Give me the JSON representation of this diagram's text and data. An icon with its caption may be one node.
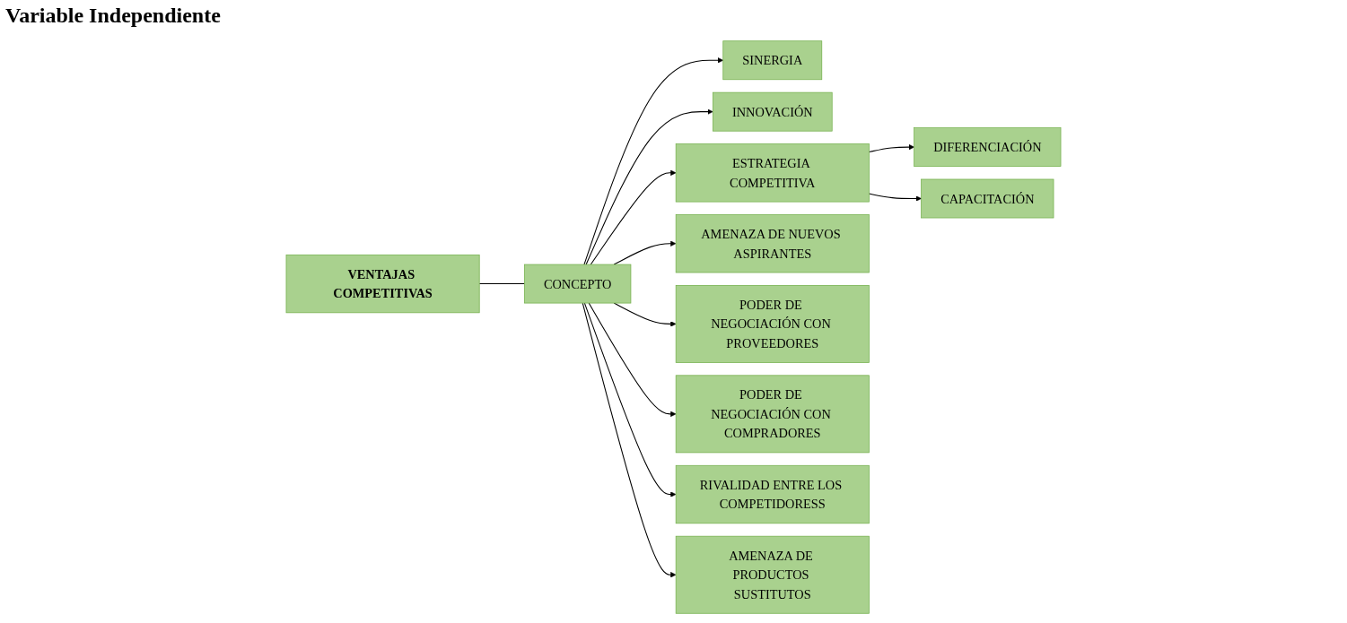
{
  "diagram": {
    "title": "Variable Independiente",
    "nodes": [
      {
        "text": [
          "VENTAJAS COMPETITIVAS"
        ]
      },
      {
        "text": [
          "CONCEPTO"
        ]
      },
      {
        "text": [
          "SINERGIA"
        ]
      },
      {
        "text": [
          "INNOVACIÓN"
        ]
      },
      {
        "text": [
          "ESTRATEGIA COMPETITIVA"
        ]
      },
      {
        "text": [
          "DIFERENCIACIÓN"
        ]
      },
      {
        "text": [
          "CAPACITACIÓN"
        ]
      },
      {
        "text": [
          "AMENAZA DE NUEVOS ASPIRANTES"
        ]
      },
      {
        "text": [
          "PODER DE NEGOCIACIÓN CON PROVEEDORES"
        ]
      },
      {
        "text": [
          "PODER DE NEGOCIACIÓN CON COMPRADORES"
        ]
      },
      {
        "text": [
          "RIVALIDAD ENTRE LOS COMPETIDORESS"
        ]
      },
      {
        "text": [
          "AMENAZA DE PRODUCTOS SUSTITUTOS"
        ]
      }
    ],
    "edges": [
      {
        "from": 0,
        "to": 1,
        "arrow": "none"
      },
      {
        "from": 1,
        "to": 2,
        "arrow": "to"
      },
      {
        "from": 1,
        "to": 3,
        "arrow": "to"
      },
      {
        "from": 1,
        "to": 4,
        "arrow": "to"
      },
      {
        "from": 4,
        "to": 5,
        "arrow": "to"
      },
      {
        "from": 4,
        "to": 6,
        "arrow": "to"
      },
      {
        "from": 1,
        "to": 7,
        "arrow": "to"
      },
      {
        "from": 1,
        "to": 8,
        "arrow": "to"
      },
      {
        "from": 1,
        "to": 9,
        "arrow": "to"
      },
      {
        "from": 1,
        "to": 10,
        "arrow": "to"
      },
      {
        "from": 1,
        "to": 11,
        "arrow": "to"
      }
    ]
  }
}
